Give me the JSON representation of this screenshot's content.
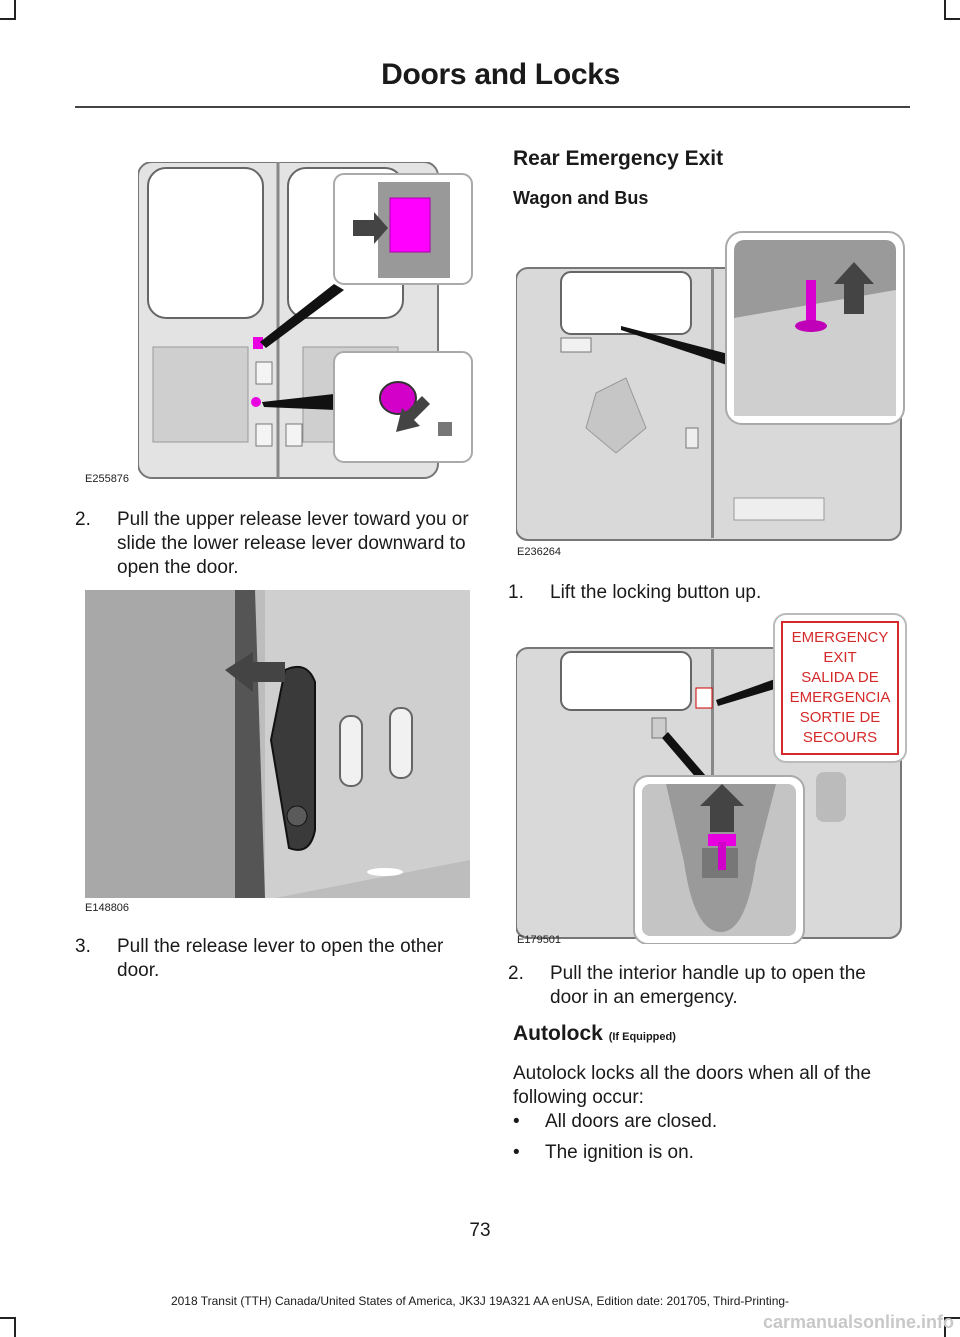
{
  "header": {
    "title": "Doors and Locks"
  },
  "figures": {
    "fig1": {
      "id": "E255876"
    },
    "fig2": {
      "id": "E148806"
    },
    "fig3": {
      "id": "E236264"
    },
    "fig4": {
      "id": "E179501",
      "sign_lines": [
        "EMERGENCY",
        "EXIT",
        "SALIDA DE",
        "EMERGENCIA",
        "SORTIE DE",
        "SECOURS"
      ]
    }
  },
  "left": {
    "step2": {
      "num": "2.",
      "text": "Pull the upper release lever toward you or slide the lower release lever downward to open the door."
    },
    "step3": {
      "num": "3.",
      "text": "Pull the release lever to open the other door."
    }
  },
  "right": {
    "section_title": "Rear Emergency Exit",
    "subsection_title": "Wagon and Bus",
    "step1": {
      "num": "1.",
      "text": "Lift the locking button up."
    },
    "step2": {
      "num": "2.",
      "text": "Pull the interior handle up to open the door in an emergency."
    },
    "autolock_title": "Autolock",
    "autolock_qualifier": "(If Equipped)",
    "autolock_intro": "Autolock locks all the doors when all of the following occur:",
    "bullets": [
      "All doors are closed.",
      "The ignition is on."
    ]
  },
  "page_number": "73",
  "footer": "2018 Transit (TTH) Canada/United States of America, JK3J 19A321 AA enUSA, Edition date: 201705, Third-Printing-",
  "watermark": "carmanualsonline.info",
  "colors": {
    "highlight": "#e800e0",
    "sign_red": "#d42a2a",
    "door_gray": "#d9d9d9"
  }
}
